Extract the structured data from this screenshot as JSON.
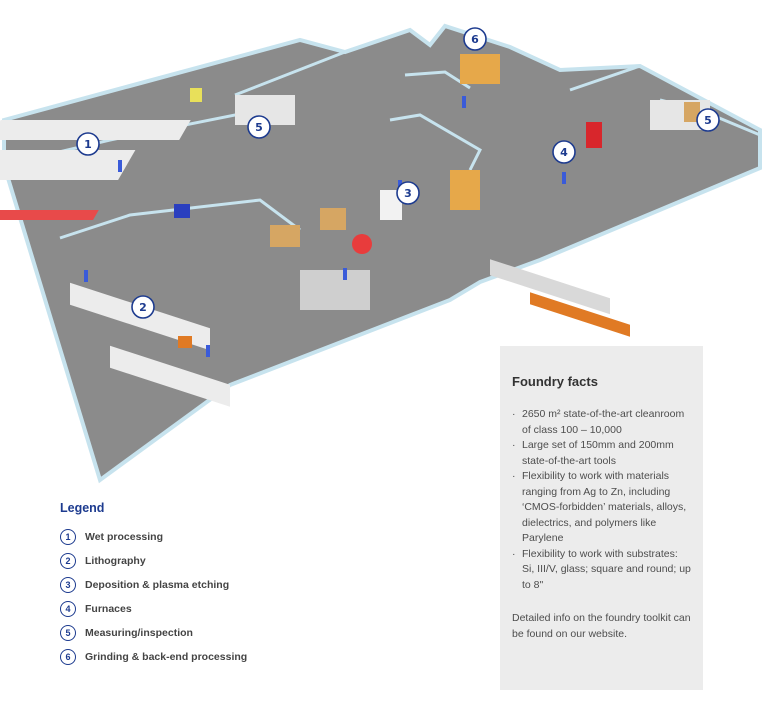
{
  "markers": [
    "1",
    "2",
    "3",
    "4",
    "5",
    "6",
    "5"
  ],
  "legend": {
    "title": "Legend",
    "items": [
      {
        "num": "1",
        "label": "Wet processing"
      },
      {
        "num": "2",
        "label": "Lithography"
      },
      {
        "num": "3",
        "label": "Deposition & plasma etching"
      },
      {
        "num": "4",
        "label": "Furnaces"
      },
      {
        "num": "5",
        "label": "Measuring/inspection"
      },
      {
        "num": "6",
        "label": "Grinding & back-end processing"
      }
    ]
  },
  "facts": {
    "title": "Foundry facts",
    "bullets": [
      "2650 m² state-of-the-art cleanroom of class 100 – 10,000",
      "Large set of 150mm and 200mm state-of-the-art tools",
      "Flexibility to work with materials ranging from Ag to Zn, including ‘CMOS-forbidden’ materials, alloys, dielectrics, and polymers like Parylene",
      "Flexibility to work with substrates: Si, III/V, glass; square and round; up to 8\""
    ],
    "detail": "Detailed info on the foundry toolkit can be found on our website."
  },
  "colors": {
    "accent": "#1d3b8f",
    "floor": "#8c8c8c",
    "wall": "#b9dbe8",
    "panel": "#ececec"
  }
}
